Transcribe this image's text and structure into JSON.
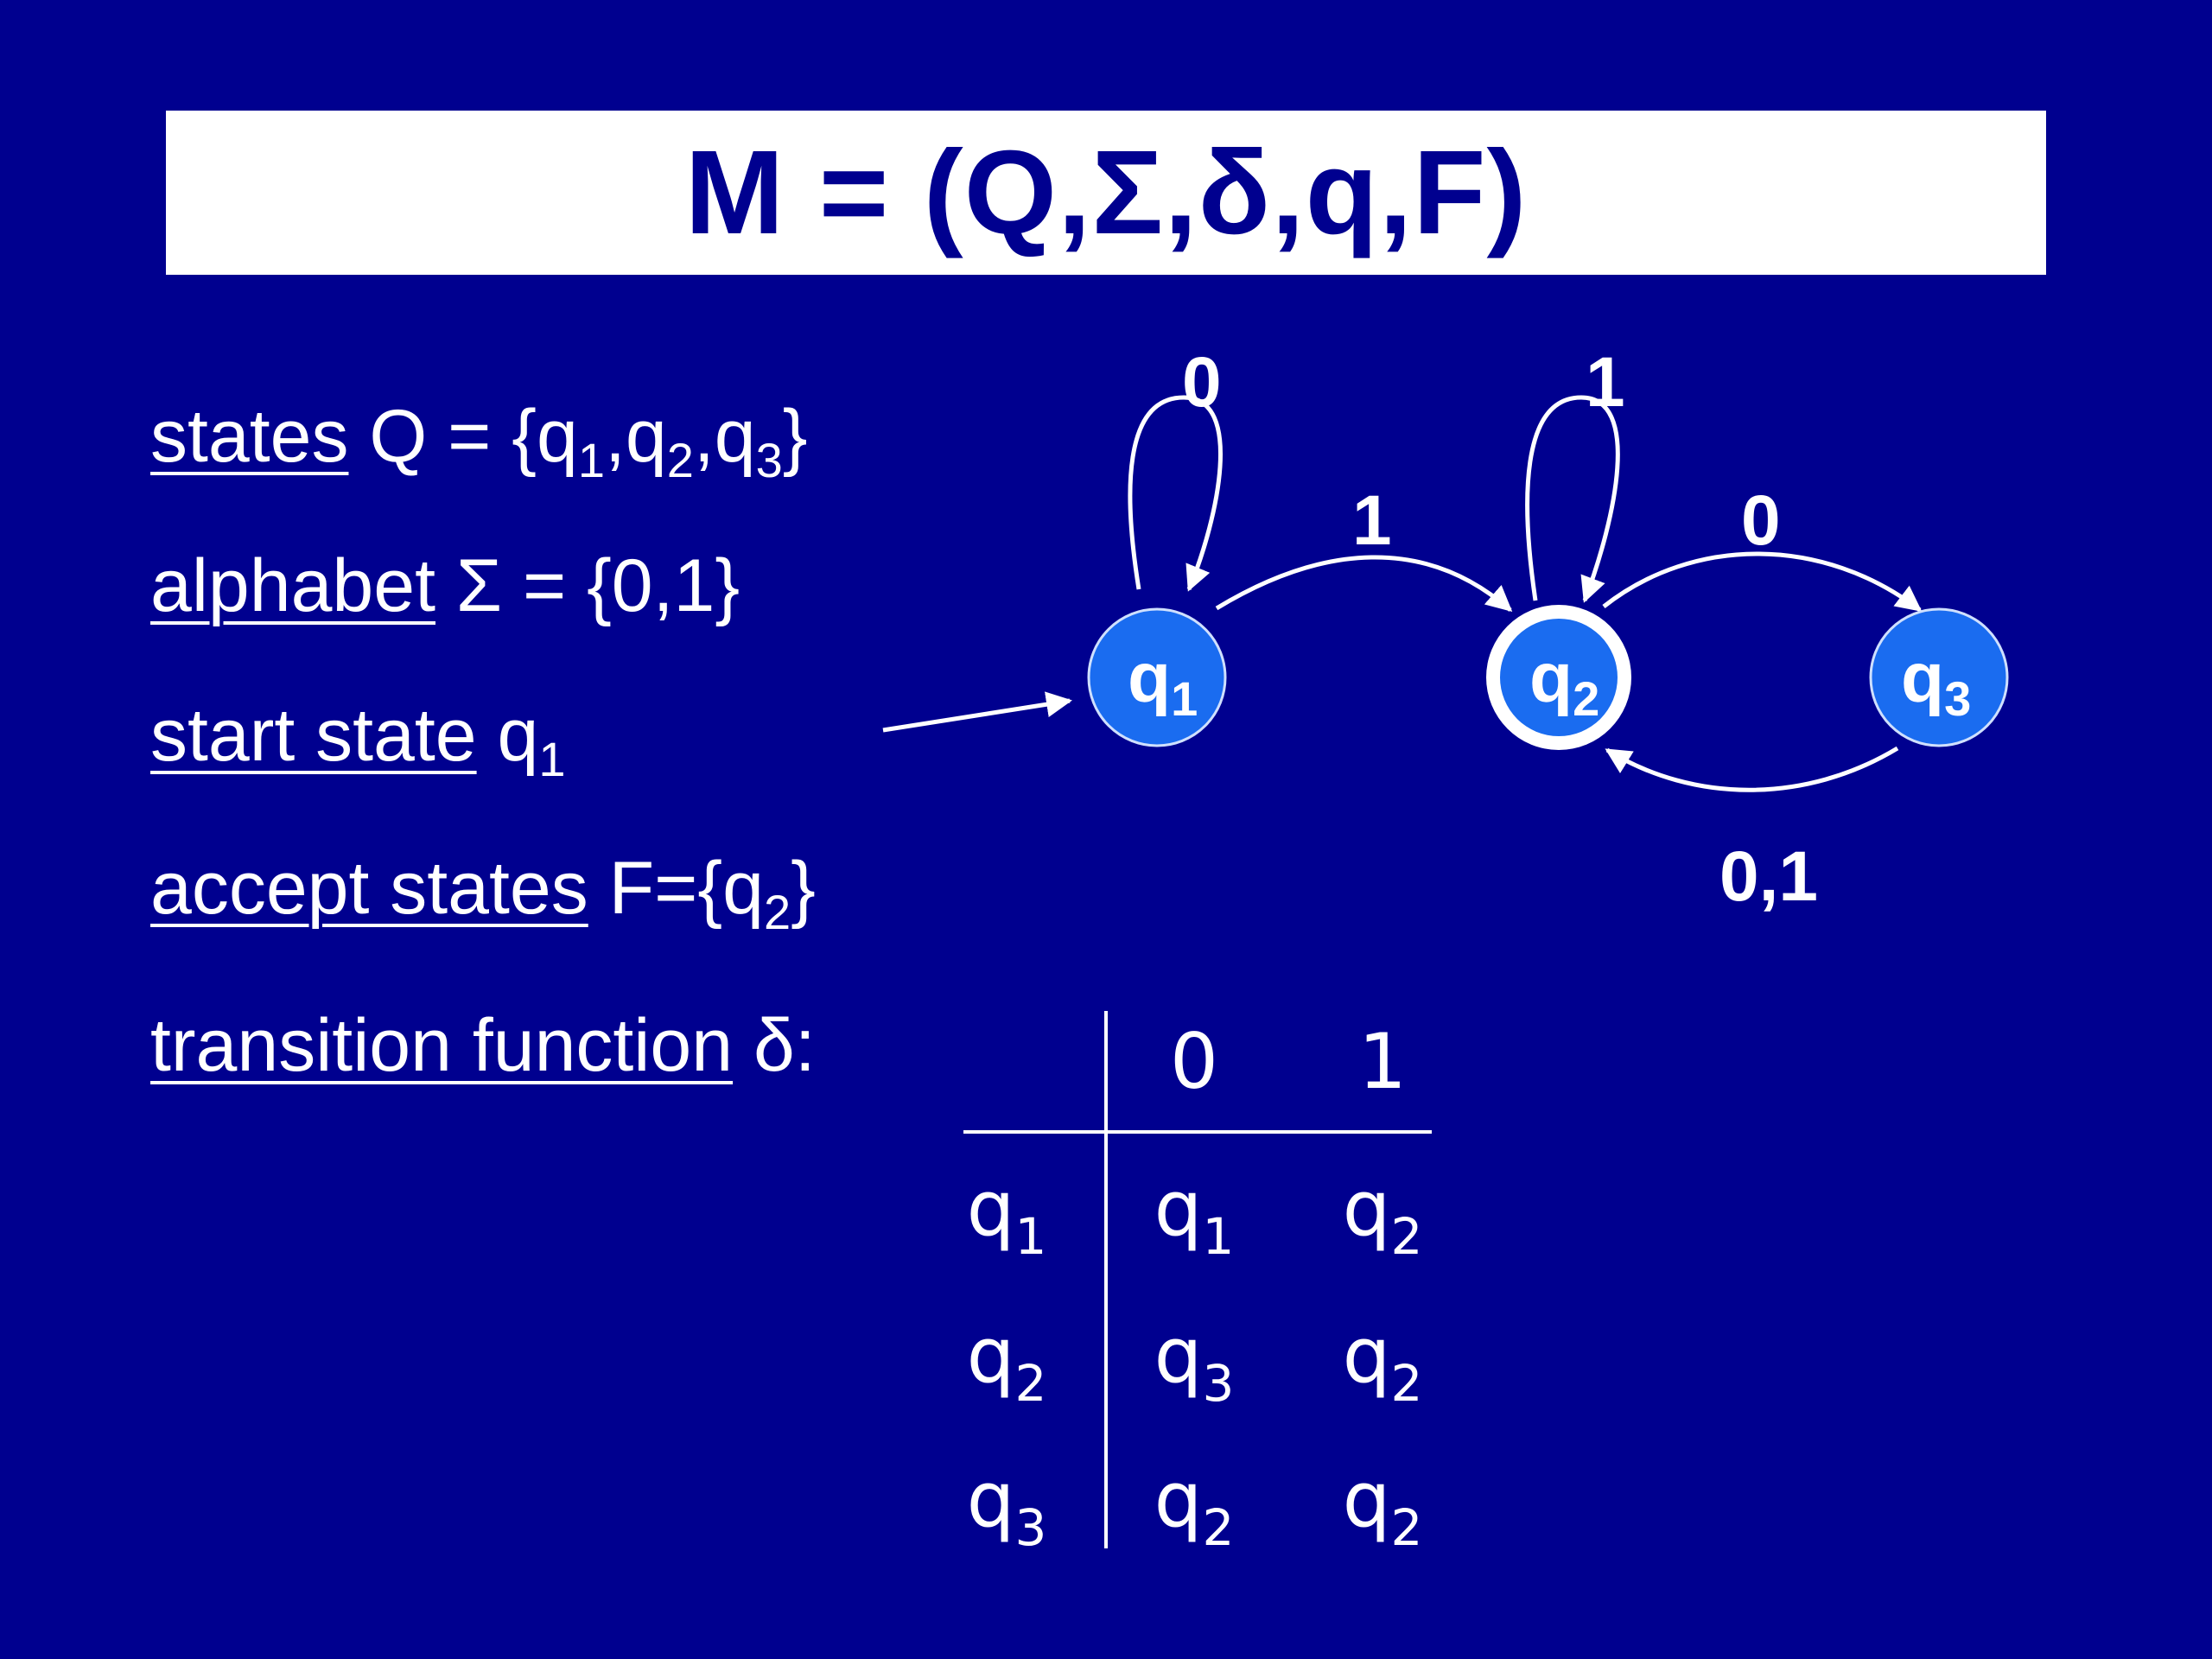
{
  "title": "M = (Q,Σ,δ,q,F)",
  "definitions": [
    {
      "term": "states",
      "body": "Q = {q",
      "s1": "1",
      "b2": ",q",
      "s2": "2",
      "b3": ",q",
      "s3": "3",
      "b4": "}"
    },
    {
      "term": "alphabet",
      "body": "Σ = {0,1}"
    },
    {
      "term": "start state",
      "body": "q",
      "s1": "1"
    },
    {
      "term": "accept states",
      "body": "F={q",
      "s1": "2",
      "b2": "}"
    },
    {
      "term": "transition function",
      "body": "δ:"
    }
  ],
  "automaton": {
    "states": [
      {
        "id": "q1",
        "letter": "q",
        "sub": "1",
        "accept": false,
        "start": true
      },
      {
        "id": "q2",
        "letter": "q",
        "sub": "2",
        "accept": true,
        "start": false
      },
      {
        "id": "q3",
        "letter": "q",
        "sub": "3",
        "accept": false,
        "start": false
      }
    ],
    "transitions": [
      {
        "from": "q1",
        "to": "q1",
        "label": "0"
      },
      {
        "from": "q1",
        "to": "q2",
        "label": "1"
      },
      {
        "from": "q2",
        "to": "q2",
        "label": "1"
      },
      {
        "from": "q2",
        "to": "q3",
        "label": "0"
      },
      {
        "from": "q3",
        "to": "q2",
        "label": "0,1"
      }
    ]
  },
  "transition_table": {
    "columns": [
      "0",
      "1"
    ],
    "rows": [
      {
        "state": "1",
        "on0": "1",
        "on1": "2"
      },
      {
        "state": "2",
        "on0": "3",
        "on1": "2"
      },
      {
        "state": "3",
        "on0": "2",
        "on1": "2"
      }
    ]
  },
  "colors": {
    "background": "#00008f",
    "state_fill": "#1a6cf0",
    "accept_ring": "#ffffff",
    "text": "#ffffff",
    "title_text": "#00008f",
    "title_box": "#ffffff"
  }
}
